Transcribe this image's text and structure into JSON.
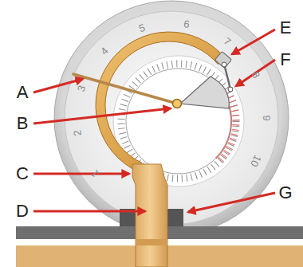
{
  "diagram": {
    "labels": [
      "A",
      "B",
      "C",
      "D",
      "E",
      "F",
      "G",
      "1",
      "2",
      "3",
      "4",
      "5",
      "6",
      "7",
      "8",
      "9",
      "10"
    ]
  }
}
